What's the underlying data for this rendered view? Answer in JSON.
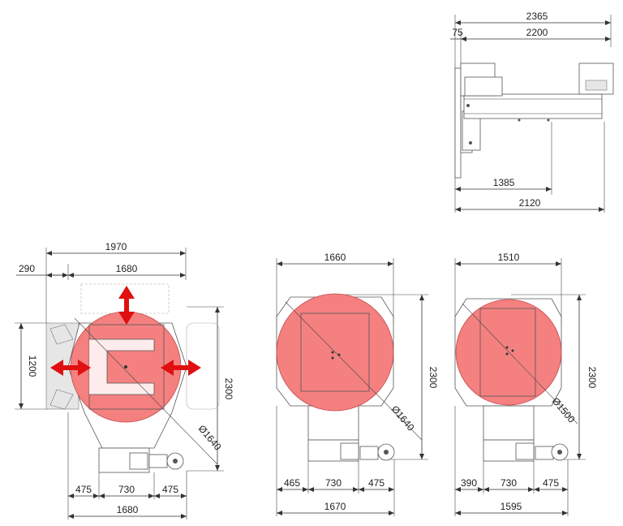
{
  "colors": {
    "table": "#f48080",
    "arrow": "#e01010",
    "line": "#333333"
  },
  "side_view": {
    "dims": {
      "overall": "2365",
      "offset": "75",
      "arm": "2200",
      "post": "1385",
      "base": "2120"
    }
  },
  "view_a": {
    "dims": {
      "top_overall": "1970",
      "left_offset": "290",
      "top_inner": "1680",
      "height_left": "1200",
      "height_right": "2300",
      "diameter": "Ø1640",
      "bottom_left": "475",
      "bottom_mid": "730",
      "bottom_right": "475",
      "bottom_total": "1680"
    }
  },
  "view_b": {
    "dims": {
      "top": "1660",
      "height": "2300",
      "diameter": "Ø1640",
      "bottom_left": "465",
      "bottom_mid": "730",
      "bottom_right": "475",
      "bottom_total": "1670"
    }
  },
  "view_c": {
    "dims": {
      "top": "1510",
      "height": "2300",
      "diameter": "Ø1500",
      "bottom_left": "390",
      "bottom_mid": "730",
      "bottom_right": "475",
      "bottom_total": "1595"
    }
  }
}
